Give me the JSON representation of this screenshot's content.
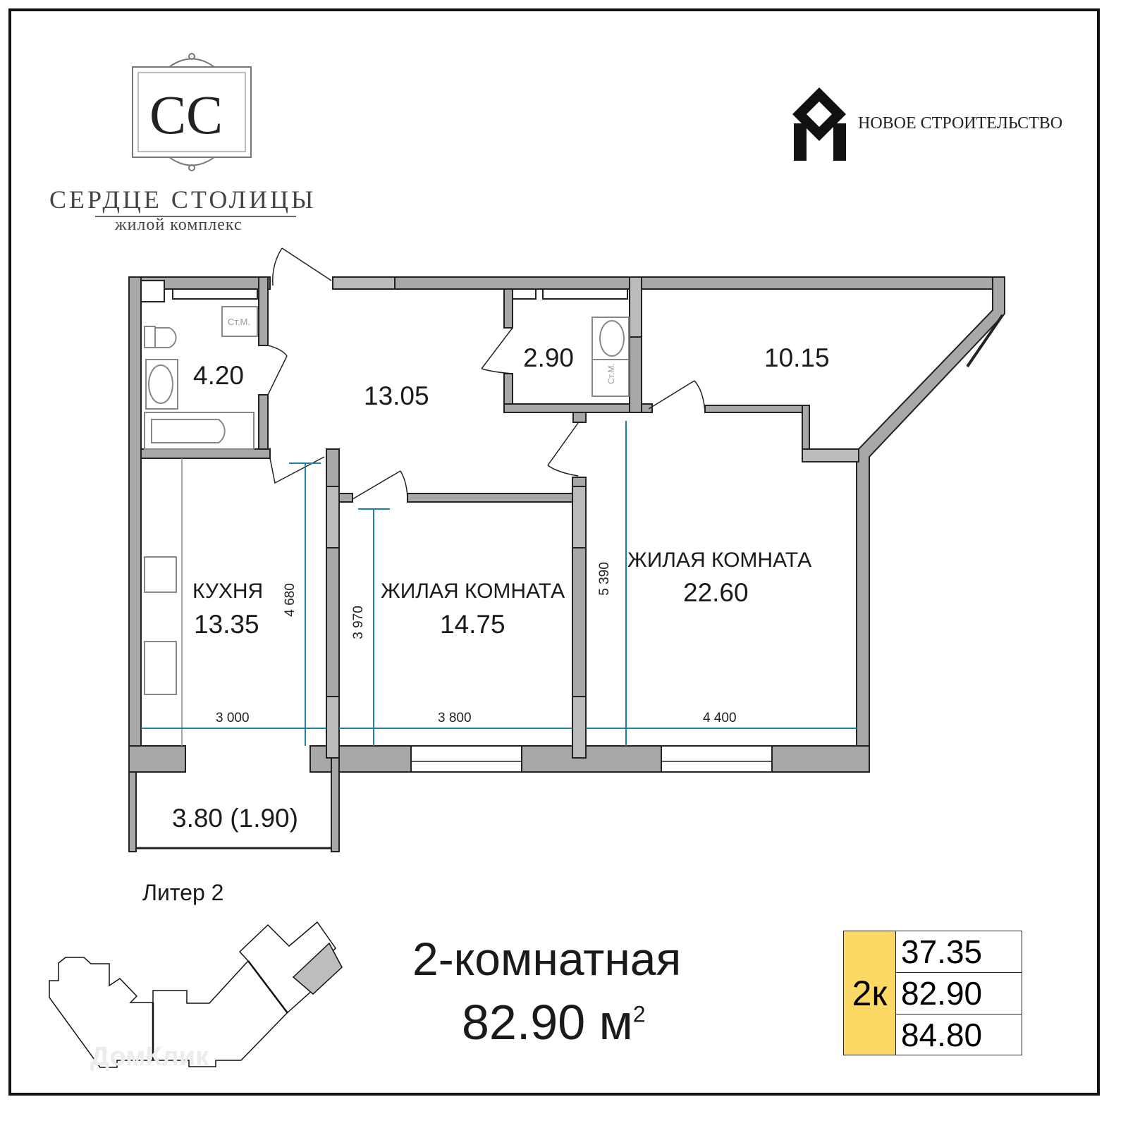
{
  "branding": {
    "complex_monogram": "CC",
    "complex_name": "СЕРДЦЕ СТОЛИЦЫ",
    "complex_subtitle": "жилой комплекс",
    "developer_name": "НОВОЕ СТРОИТЕЛЬСТВО",
    "watermark": "ДомКлик"
  },
  "rooms": {
    "bathroom": {
      "area": "4.20",
      "washer_label": "Ст.М."
    },
    "hall": {
      "area": "13.05"
    },
    "wc": {
      "area": "2.90",
      "washer_label": "Ст.М."
    },
    "storage": {
      "area": "10.15"
    },
    "kitchen": {
      "name": "КУХНЯ",
      "area": "13.35"
    },
    "bedroom1": {
      "name": "ЖИЛАЯ КОМНАТА",
      "area": "14.75"
    },
    "bedroom2": {
      "name": "ЖИЛАЯ КОМНАТА",
      "area": "22.60"
    },
    "loggia": {
      "area": "3.80 (1.90)"
    }
  },
  "dimensions": {
    "kitchen_width": "3 000",
    "kitchen_depth": "4 680",
    "bedroom1_width": "3 800",
    "bedroom1_depth": "3 970",
    "bedroom2_width": "4 400",
    "bedroom2_depth": "5 390"
  },
  "colors": {
    "wall": "#a8a8a8",
    "dimension_line": "#1f7fa6",
    "badge": "#fcd964"
  },
  "building": {
    "label": "Литер 2"
  },
  "summary": {
    "type": "2-комнатная",
    "area": "82.90 м",
    "area_sup": "2"
  },
  "table": {
    "badge": "2к",
    "living_area": "37.35",
    "total_area": "82.90",
    "area_with_loggia": "84.80"
  }
}
